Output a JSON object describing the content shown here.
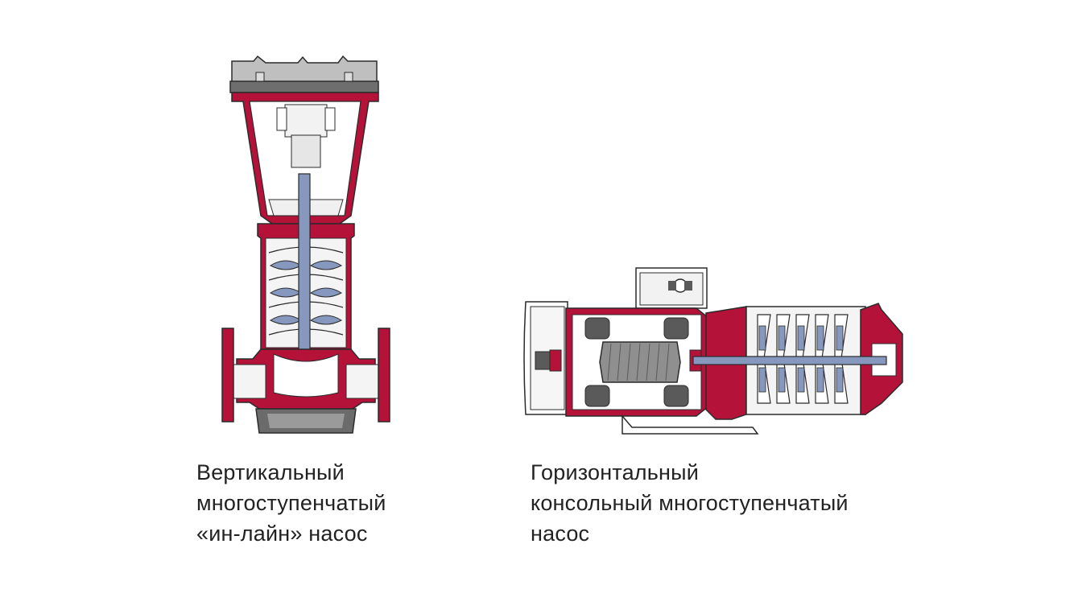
{
  "colors": {
    "casing_red": "#b5123a",
    "impeller_blue": "#8798bf",
    "motor_gray": "#8f8f8f",
    "dark_gray": "#5a5a5a",
    "outline": "#2b2b2b"
  },
  "captions": {
    "vertical": {
      "line1": "Вертикальный",
      "line2": "многоступенчатый",
      "line3": "«ин-лайн» насос"
    },
    "horizontal": {
      "line1": "Горизонтальный",
      "line2": "консольный многоступенчатый",
      "line3": "насос"
    }
  }
}
